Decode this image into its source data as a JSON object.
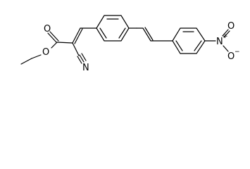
{
  "structure": {
    "atoms": {
      "ester_carbonyl_oxygen": "O",
      "ester_ether_oxygen": "O",
      "nitrile_nitrogen": "N",
      "nitro_nitrogen": "N",
      "nitro_nitrogen_charge": "+",
      "nitro_oxygen_double": "O",
      "nitro_oxygen_single": "O",
      "nitro_oxygen_single_charge": "−"
    }
  }
}
